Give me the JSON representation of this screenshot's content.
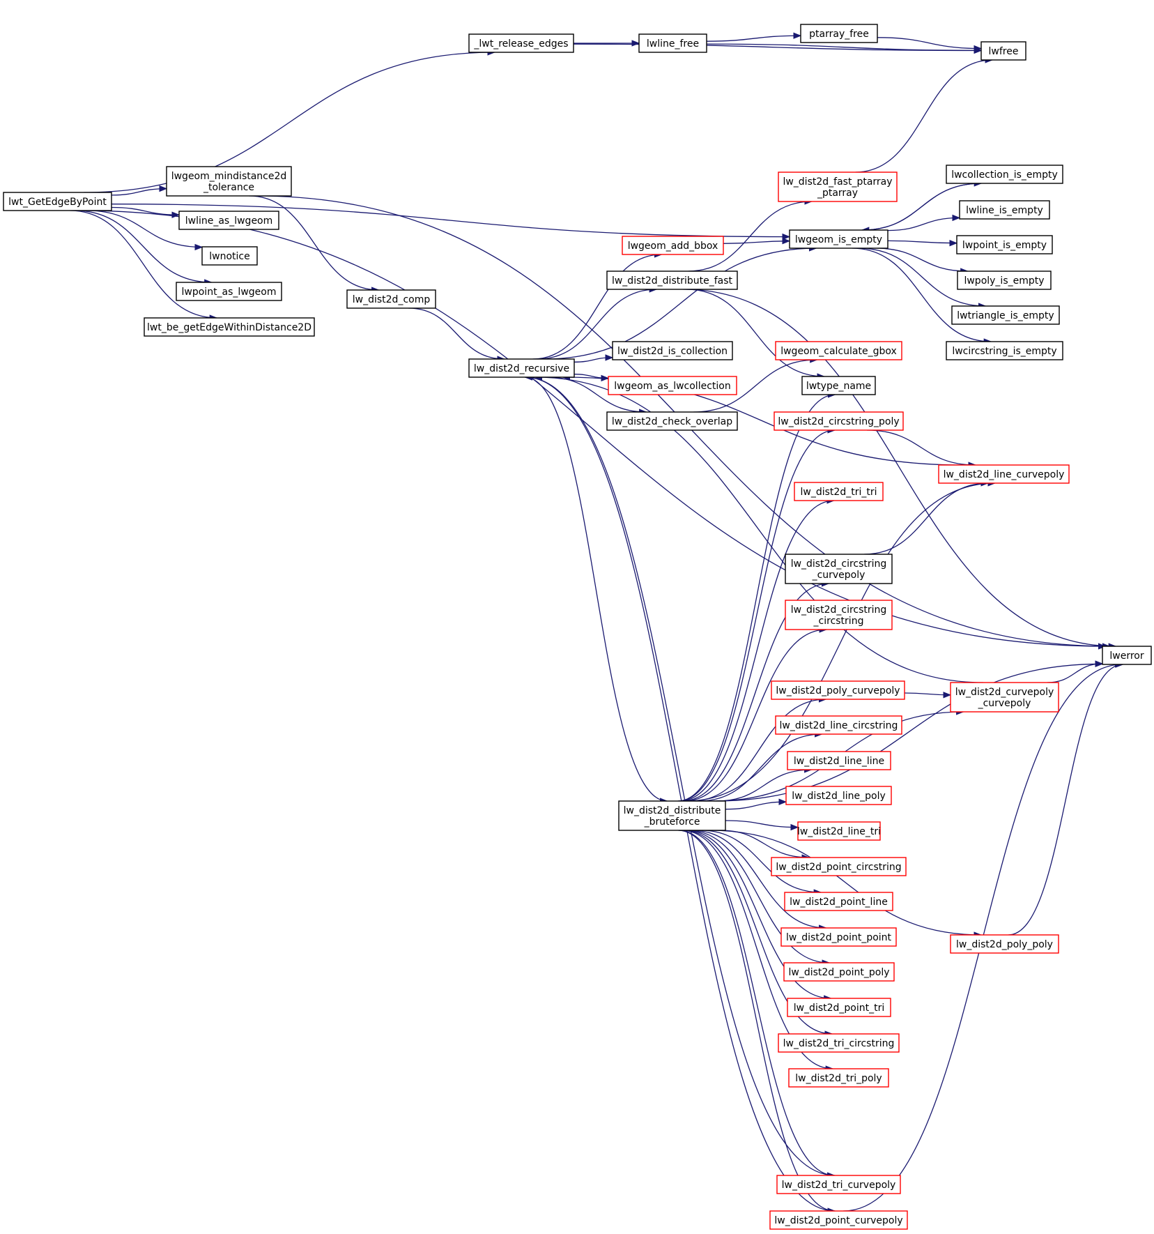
{
  "colors": {
    "edge": "#191970",
    "border_default": "#000000",
    "border_highlight": "#ff0000",
    "fill_root": "#bfbfbf",
    "fill_default": "#ffffff"
  },
  "nodes": [
    {
      "id": "lwt_GetEdgeByPoint",
      "lines": [
        "lwt_GetEdgeByPoint"
      ],
      "style": "root"
    },
    {
      "id": "_lwt_release_edges",
      "lines": [
        "_lwt_release_edges"
      ],
      "style": "default"
    },
    {
      "id": "lwline_free",
      "lines": [
        "lwline_free"
      ],
      "style": "default"
    },
    {
      "id": "ptarray_free",
      "lines": [
        "ptarray_free"
      ],
      "style": "default"
    },
    {
      "id": "lwfree",
      "lines": [
        "lwfree"
      ],
      "style": "default"
    },
    {
      "id": "lwgeom_mindistance2d_tolerance",
      "lines": [
        "lwgeom_mindistance2d",
        "_tolerance"
      ],
      "style": "default"
    },
    {
      "id": "lwline_as_lwgeom",
      "lines": [
        "lwline_as_lwgeom"
      ],
      "style": "default"
    },
    {
      "id": "lwnotice",
      "lines": [
        "lwnotice"
      ],
      "style": "default"
    },
    {
      "id": "lwpoint_as_lwgeom",
      "lines": [
        "lwpoint_as_lwgeom"
      ],
      "style": "default"
    },
    {
      "id": "lwt_be_getEdgeWithinDistance2D",
      "lines": [
        "lwt_be_getEdgeWithinDistance2D"
      ],
      "style": "default"
    },
    {
      "id": "lw_dist2d_comp",
      "lines": [
        "lw_dist2d_comp"
      ],
      "style": "default"
    },
    {
      "id": "lw_dist2d_recursive",
      "lines": [
        "lw_dist2d_recursive"
      ],
      "style": "default"
    },
    {
      "id": "lwgeom_add_bbox",
      "lines": [
        "lwgeom_add_bbox"
      ],
      "style": "highlight"
    },
    {
      "id": "lw_dist2d_distribute_fast",
      "lines": [
        "lw_dist2d_distribute_fast"
      ],
      "style": "default"
    },
    {
      "id": "lw_dist2d_is_collection",
      "lines": [
        "lw_dist2d_is_collection"
      ],
      "style": "default"
    },
    {
      "id": "lwgeom_as_lwcollection",
      "lines": [
        "lwgeom_as_lwcollection"
      ],
      "style": "highlight"
    },
    {
      "id": "lw_dist2d_check_overlap",
      "lines": [
        "lw_dist2d_check_overlap"
      ],
      "style": "default"
    },
    {
      "id": "lw_dist2d_distribute_bruteforce",
      "lines": [
        "lw_dist2d_distribute",
        "_bruteforce"
      ],
      "style": "default"
    },
    {
      "id": "lw_dist2d_fast_ptarray_ptarray",
      "lines": [
        "lw_dist2d_fast_ptarray",
        "_ptarray"
      ],
      "style": "highlight"
    },
    {
      "id": "lwgeom_is_empty",
      "lines": [
        "lwgeom_is_empty"
      ],
      "style": "default"
    },
    {
      "id": "lwgeom_calculate_gbox",
      "lines": [
        "lwgeom_calculate_gbox"
      ],
      "style": "highlight"
    },
    {
      "id": "lwtype_name",
      "lines": [
        "lwtype_name"
      ],
      "style": "default"
    },
    {
      "id": "lw_dist2d_circstring_poly",
      "lines": [
        "lw_dist2d_circstring_poly"
      ],
      "style": "highlight"
    },
    {
      "id": "lw_dist2d_tri_tri",
      "lines": [
        "lw_dist2d_tri_tri"
      ],
      "style": "highlight"
    },
    {
      "id": "lw_dist2d_circstring_curvepoly",
      "lines": [
        "lw_dist2d_circstring",
        "_curvepoly"
      ],
      "style": "default"
    },
    {
      "id": "lw_dist2d_circstring_circstring",
      "lines": [
        "lw_dist2d_circstring",
        "_circstring"
      ],
      "style": "highlight"
    },
    {
      "id": "lw_dist2d_poly_curvepoly",
      "lines": [
        "lw_dist2d_poly_curvepoly"
      ],
      "style": "highlight"
    },
    {
      "id": "lw_dist2d_line_circstring",
      "lines": [
        "lw_dist2d_line_circstring"
      ],
      "style": "highlight"
    },
    {
      "id": "lw_dist2d_line_line",
      "lines": [
        "lw_dist2d_line_line"
      ],
      "style": "highlight"
    },
    {
      "id": "lw_dist2d_line_poly",
      "lines": [
        "lw_dist2d_line_poly"
      ],
      "style": "highlight"
    },
    {
      "id": "lw_dist2d_line_tri",
      "lines": [
        "lw_dist2d_line_tri"
      ],
      "style": "highlight"
    },
    {
      "id": "lw_dist2d_point_circstring",
      "lines": [
        "lw_dist2d_point_circstring"
      ],
      "style": "highlight"
    },
    {
      "id": "lw_dist2d_point_line",
      "lines": [
        "lw_dist2d_point_line"
      ],
      "style": "highlight"
    },
    {
      "id": "lw_dist2d_point_point",
      "lines": [
        "lw_dist2d_point_point"
      ],
      "style": "highlight"
    },
    {
      "id": "lw_dist2d_point_poly",
      "lines": [
        "lw_dist2d_point_poly"
      ],
      "style": "highlight"
    },
    {
      "id": "lw_dist2d_point_tri",
      "lines": [
        "lw_dist2d_point_tri"
      ],
      "style": "highlight"
    },
    {
      "id": "lw_dist2d_tri_circstring",
      "lines": [
        "lw_dist2d_tri_circstring"
      ],
      "style": "highlight"
    },
    {
      "id": "lw_dist2d_tri_poly",
      "lines": [
        "lw_dist2d_tri_poly"
      ],
      "style": "highlight"
    },
    {
      "id": "lw_dist2d_tri_curvepoly",
      "lines": [
        "lw_dist2d_tri_curvepoly"
      ],
      "style": "highlight"
    },
    {
      "id": "lw_dist2d_point_curvepoly",
      "lines": [
        "lw_dist2d_point_curvepoly"
      ],
      "style": "highlight"
    },
    {
      "id": "lwcollection_is_empty",
      "lines": [
        "lwcollection_is_empty"
      ],
      "style": "default"
    },
    {
      "id": "lwline_is_empty",
      "lines": [
        "lwline_is_empty"
      ],
      "style": "default"
    },
    {
      "id": "lwpoint_is_empty",
      "lines": [
        "lwpoint_is_empty"
      ],
      "style": "default"
    },
    {
      "id": "lwpoly_is_empty",
      "lines": [
        "lwpoly_is_empty"
      ],
      "style": "default"
    },
    {
      "id": "lwtriangle_is_empty",
      "lines": [
        "lwtriangle_is_empty"
      ],
      "style": "default"
    },
    {
      "id": "lwcircstring_is_empty",
      "lines": [
        "lwcircstring_is_empty"
      ],
      "style": "default"
    },
    {
      "id": "lw_dist2d_line_curvepoly",
      "lines": [
        "lw_dist2d_line_curvepoly"
      ],
      "style": "highlight"
    },
    {
      "id": "lw_dist2d_curvepoly_curvepoly",
      "lines": [
        "lw_dist2d_curvepoly",
        "_curvepoly"
      ],
      "style": "highlight"
    },
    {
      "id": "lw_dist2d_poly_poly",
      "lines": [
        "lw_dist2d_poly_poly"
      ],
      "style": "highlight"
    },
    {
      "id": "lwerror",
      "lines": [
        "lwerror"
      ],
      "style": "default"
    }
  ],
  "edges": [
    [
      "lwt_GetEdgeByPoint",
      "_lwt_release_edges"
    ],
    [
      "lwt_GetEdgeByPoint",
      "lwerror"
    ],
    [
      "lwt_GetEdgeByPoint",
      "lwgeom_is_empty"
    ],
    [
      "lwt_GetEdgeByPoint",
      "lwgeom_mindistance2d_tolerance"
    ],
    [
      "lwt_GetEdgeByPoint",
      "lwline_as_lwgeom"
    ],
    [
      "lwt_GetEdgeByPoint",
      "lwnotice"
    ],
    [
      "lwt_GetEdgeByPoint",
      "lwpoint_as_lwgeom"
    ],
    [
      "lwt_GetEdgeByPoint",
      "lwt_be_getEdgeWithinDistance2D"
    ],
    [
      "_lwt_release_edges",
      "lwfree"
    ],
    [
      "_lwt_release_edges",
      "lwline_free"
    ],
    [
      "lwline_free",
      "ptarray_free"
    ],
    [
      "lwline_free",
      "lwfree"
    ],
    [
      "ptarray_free",
      "lwfree"
    ],
    [
      "lwgeom_mindistance2d_tolerance",
      "lwerror"
    ],
    [
      "lwgeom_mindistance2d_tolerance",
      "lw_dist2d_comp"
    ],
    [
      "lw_dist2d_comp",
      "lw_dist2d_recursive"
    ],
    [
      "lw_dist2d_recursive",
      "lwgeom_is_empty"
    ],
    [
      "lw_dist2d_recursive",
      "lwgeom_add_bbox"
    ],
    [
      "lw_dist2d_recursive",
      "lw_dist2d_distribute_fast"
    ],
    [
      "lw_dist2d_recursive",
      "lw_dist2d_is_collection"
    ],
    [
      "lw_dist2d_recursive",
      "lwgeom_as_lwcollection"
    ],
    [
      "lw_dist2d_recursive",
      "lw_dist2d_check_overlap"
    ],
    [
      "lw_dist2d_recursive",
      "lw_dist2d_distribute_bruteforce"
    ],
    [
      "lwgeom_add_bbox",
      "lwgeom_is_empty"
    ],
    [
      "lw_dist2d_distribute_fast",
      "lw_dist2d_fast_ptarray_ptarray"
    ],
    [
      "lw_dist2d_distribute_fast",
      "lwtype_name"
    ],
    [
      "lw_dist2d_distribute_fast",
      "lwerror"
    ],
    [
      "lw_dist2d_fast_ptarray_ptarray",
      "lwfree"
    ],
    [
      "lw_dist2d_check_overlap",
      "lwgeom_calculate_gbox"
    ],
    [
      "lwgeom_is_empty",
      "lwcollection_is_empty"
    ],
    [
      "lwgeom_is_empty",
      "lwline_is_empty"
    ],
    [
      "lwgeom_is_empty",
      "lwpoint_is_empty"
    ],
    [
      "lwgeom_is_empty",
      "lwpoly_is_empty"
    ],
    [
      "lwgeom_is_empty",
      "lwtriangle_is_empty"
    ],
    [
      "lwgeom_is_empty",
      "lwcircstring_is_empty"
    ],
    [
      "lwcollection_is_empty",
      "lwgeom_is_empty"
    ],
    [
      "lw_dist2d_distribute_bruteforce",
      "lwtype_name"
    ],
    [
      "lw_dist2d_distribute_bruteforce",
      "lw_dist2d_circstring_poly"
    ],
    [
      "lw_dist2d_distribute_bruteforce",
      "lw_dist2d_tri_tri"
    ],
    [
      "lw_dist2d_distribute_bruteforce",
      "lw_dist2d_line_curvepoly"
    ],
    [
      "lw_dist2d_distribute_bruteforce",
      "lw_dist2d_circstring_curvepoly"
    ],
    [
      "lw_dist2d_distribute_bruteforce",
      "lw_dist2d_circstring_circstring"
    ],
    [
      "lw_dist2d_distribute_bruteforce",
      "lwerror"
    ],
    [
      "lw_dist2d_distribute_bruteforce",
      "lw_dist2d_poly_curvepoly"
    ],
    [
      "lw_dist2d_distribute_bruteforce",
      "lw_dist2d_line_circstring"
    ],
    [
      "lw_dist2d_distribute_bruteforce",
      "lw_dist2d_line_line"
    ],
    [
      "lw_dist2d_distribute_bruteforce",
      "lw_dist2d_line_poly"
    ],
    [
      "lw_dist2d_distribute_bruteforce",
      "lw_dist2d_line_tri"
    ],
    [
      "lw_dist2d_distribute_bruteforce",
      "lw_dist2d_point_circstring"
    ],
    [
      "lw_dist2d_distribute_bruteforce",
      "lw_dist2d_point_line"
    ],
    [
      "lw_dist2d_distribute_bruteforce",
      "lw_dist2d_point_point"
    ],
    [
      "lw_dist2d_distribute_bruteforce",
      "lw_dist2d_point_poly"
    ],
    [
      "lw_dist2d_distribute_bruteforce",
      "lw_dist2d_point_tri"
    ],
    [
      "lw_dist2d_distribute_bruteforce",
      "lw_dist2d_tri_circstring"
    ],
    [
      "lw_dist2d_distribute_bruteforce",
      "lw_dist2d_tri_poly"
    ],
    [
      "lw_dist2d_distribute_bruteforce",
      "lw_dist2d_curvepoly_curvepoly"
    ],
    [
      "lw_dist2d_distribute_bruteforce",
      "lw_dist2d_poly_poly"
    ],
    [
      "lw_dist2d_distribute_bruteforce",
      "lw_dist2d_tri_curvepoly"
    ],
    [
      "lw_dist2d_distribute_bruteforce",
      "lw_dist2d_point_curvepoly"
    ],
    [
      "lw_dist2d_circstring_poly",
      "lw_dist2d_line_curvepoly"
    ],
    [
      "lw_dist2d_circstring_curvepoly",
      "lw_dist2d_line_curvepoly"
    ],
    [
      "lw_dist2d_line_curvepoly",
      "lw_dist2d_recursive"
    ],
    [
      "lw_dist2d_poly_curvepoly",
      "lw_dist2d_curvepoly_curvepoly"
    ],
    [
      "lw_dist2d_curvepoly_curvepoly",
      "lw_dist2d_recursive"
    ],
    [
      "lw_dist2d_curvepoly_curvepoly",
      "lwerror"
    ],
    [
      "lw_dist2d_poly_poly",
      "lwerror"
    ],
    [
      "lw_dist2d_tri_curvepoly",
      "lw_dist2d_recursive"
    ],
    [
      "lw_dist2d_point_curvepoly",
      "lw_dist2d_recursive"
    ],
    [
      "lw_dist2d_point_curvepoly",
      "lwerror"
    ]
  ]
}
